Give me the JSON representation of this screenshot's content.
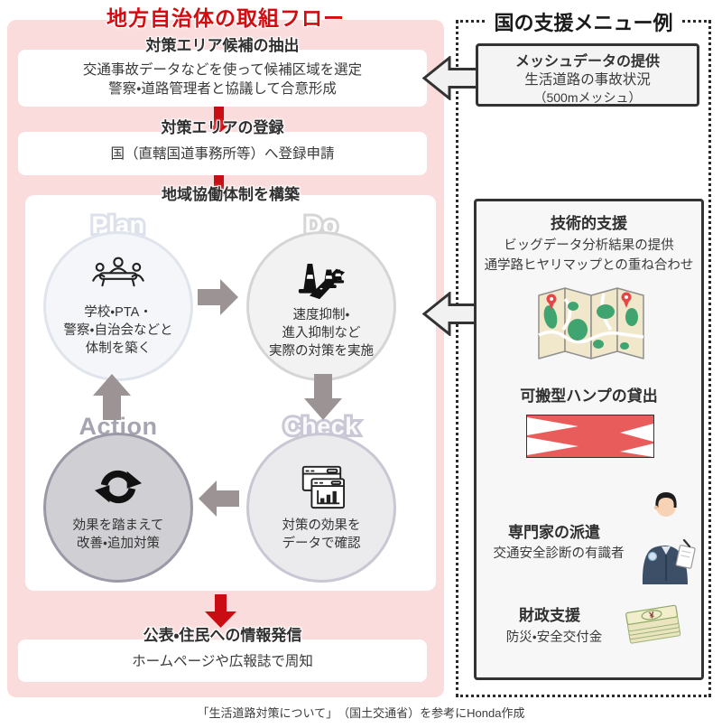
{
  "colors": {
    "accent_red": "#d20c10",
    "panel_pink": "#fbdcdc",
    "hump_red": "#e95c5c",
    "pdca_arrow_gray": "#9c9394"
  },
  "left_panel": {
    "title": "地方自治体の取組フロー",
    "step1": {
      "heading": "対策エリア候補の抽出",
      "lines": [
        "交通事故データなどを使って候補区域を選定",
        "警察・道路管理者と協議して合意形成"
      ]
    },
    "step2": {
      "heading": "対策エリアの登録",
      "lines": [
        "国（直轄国道事務所等）へ登録申請"
      ]
    },
    "pdca": {
      "heading": "地域協働体制を構築",
      "plan": {
        "label": "Plan",
        "lines": [
          "学校・PTA・",
          "警察・自治会などと",
          "体制を築く"
        ]
      },
      "do": {
        "label": "Do",
        "lines": [
          "速度抑制・",
          "進入抑制など",
          "実際の対策を実施"
        ]
      },
      "check": {
        "label": "Check",
        "lines": [
          "対策の効果を",
          "データで確認"
        ]
      },
      "action": {
        "label": "Action",
        "lines": [
          "効果を踏まえて",
          "改善・追加対策"
        ]
      }
    },
    "publish": {
      "heading": "公表・住民への情報発信",
      "lines": [
        "ホームページや広報誌で周知"
      ]
    }
  },
  "right_panel": {
    "title": "国の支援メニュー例",
    "mesh": {
      "heading": "メッシュデータの提供",
      "lines": [
        "生活道路の事故状況",
        "（500mメッシュ）"
      ]
    },
    "tech": {
      "heading": "技術的支援",
      "lines": [
        "ビッグデータ分析結果の提供",
        "通学路ヒヤリマップとの重ね合わせ"
      ]
    },
    "hump": {
      "heading": "可搬型ハンプの貸出"
    },
    "expert": {
      "heading": "専門家の派遣",
      "lines": [
        "交通安全診断の有識者"
      ]
    },
    "finance": {
      "heading": "財政支援",
      "lines": [
        "防災・安全交付金"
      ],
      "money_symbol": "¥"
    }
  },
  "icons": {
    "plan": "meeting-people-icon",
    "do": "traffic-cones-icon",
    "check": "data-windows-icon",
    "action": "cycle-arrows-icon",
    "tech": "folded-map-icon",
    "expert": "police-officer-icon",
    "finance": "money-stack-icon"
  },
  "footer": {
    "credit": "「生活道路対策について」　（国土交通省）を参考にHonda作成"
  }
}
